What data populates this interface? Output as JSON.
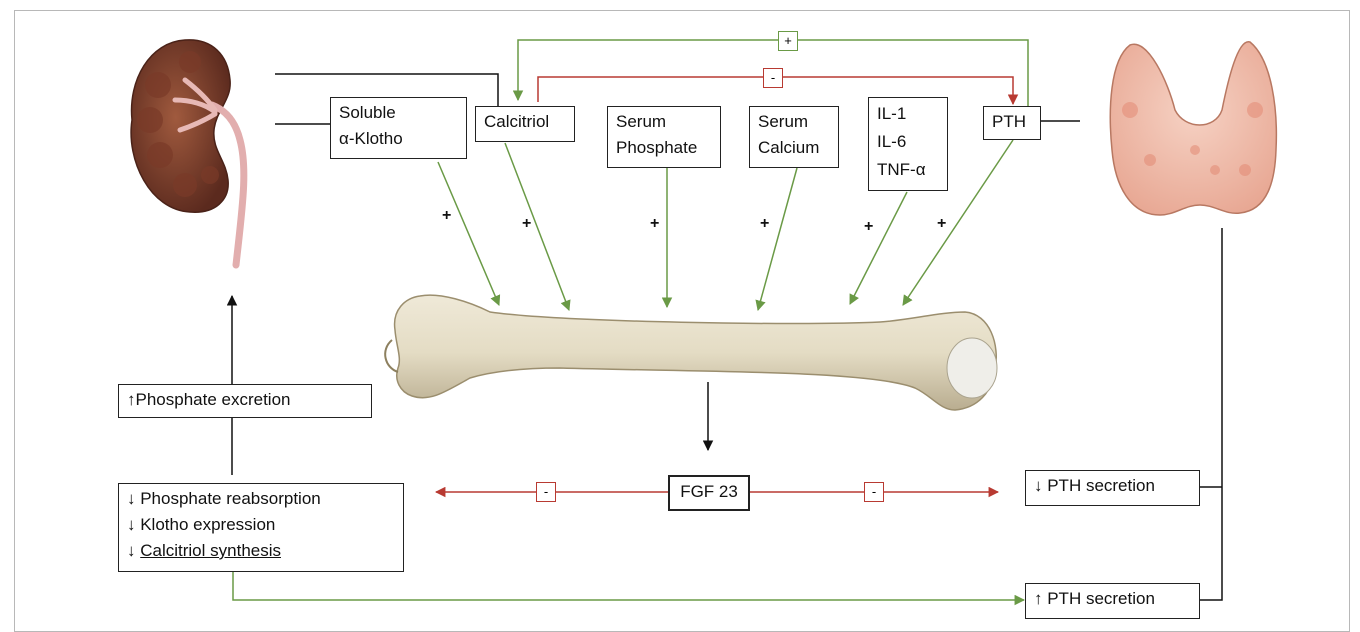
{
  "boxes": {
    "soluble_klotho": [
      "Soluble",
      "α-Klotho"
    ],
    "calcitriol": "Calcitriol",
    "serum_phosphate": [
      "Serum",
      "Phosphate"
    ],
    "serum_calcium": [
      "Serum",
      "Calcium"
    ],
    "cytokines": [
      "IL-1",
      "IL-6",
      "TNF-α"
    ],
    "pth": "PTH",
    "fgf23": "FGF 23",
    "phosphate_excretion": "↑Phosphate excretion",
    "kidney_effects": {
      "line1": "↓ Phosphate reabsorption",
      "line2": "↓ Klotho expression",
      "line3_arrow": "↓ ",
      "line3_text": "Calcitriol synthesis"
    },
    "pth_secretion_down": "↓ PTH secretion",
    "pth_secretion_up": "↑ PTH secretion"
  },
  "signs": {
    "top_plus": "+",
    "top_minus": "-",
    "fgf_left_minus": "-",
    "fgf_right_minus": "-",
    "arrow_plus": "+"
  },
  "colors": {
    "stimulation": "#6a9a46",
    "inhibition": "#b83a32",
    "neutral": "#111111"
  }
}
